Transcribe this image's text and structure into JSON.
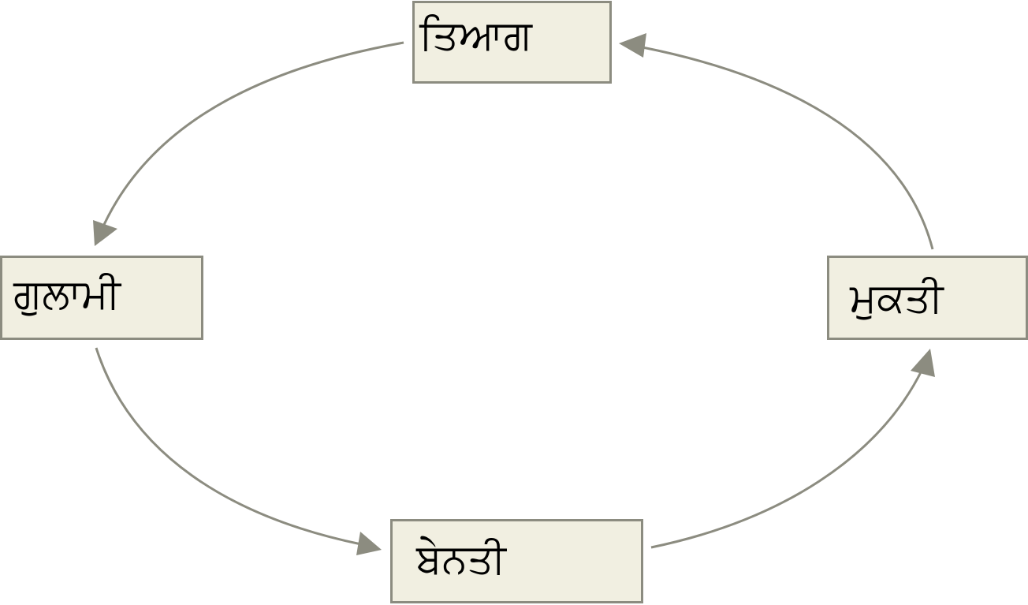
{
  "diagram": {
    "nodes": {
      "top": "ਤਿਆਗ",
      "left": "ਗੁਲਾਮੀ",
      "right": "ਮੁਕਤੀ",
      "bottom": "ਬੇਨਤੀ"
    },
    "colors": {
      "box_fill": "#f1efe1",
      "box_border": "#8c8c80",
      "arrow": "#8c8c80",
      "text": "#000000"
    }
  }
}
